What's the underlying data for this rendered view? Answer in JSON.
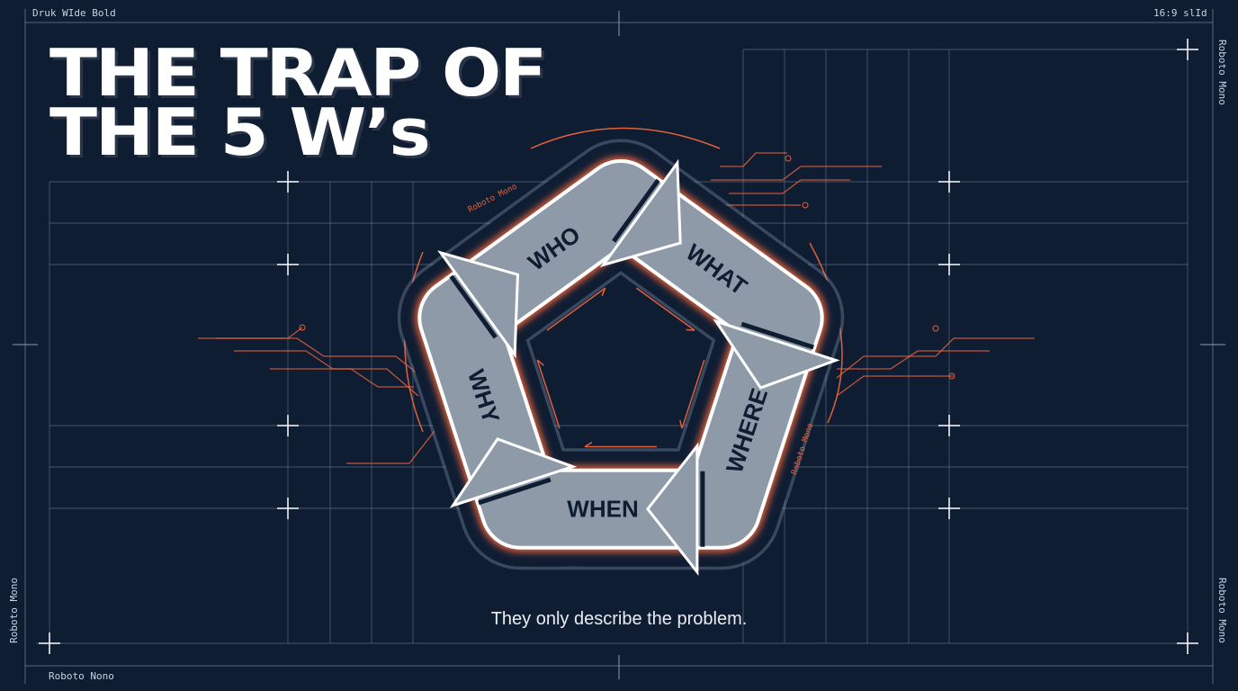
{
  "slide": {
    "title_line1": "THE TRAP OF",
    "title_line2": "THE 5 W’s",
    "subtitle": "They only describe the problem."
  },
  "annotations": {
    "top_left": "Druk WIde Bold",
    "top_right": "16:9 slId",
    "right_top_vertical": "Roboto Mono",
    "right_bottom_vertical": "Roboto Mono",
    "left_bottom_vertical": "Roboto Mono",
    "bottom_left": "Roboto Nono",
    "diagram_label_top": "Roboto Mono",
    "diagram_label_right": "Roboto Mono"
  },
  "cycle": {
    "labels": [
      "WHO",
      "WHAT",
      "WHERE",
      "WHEN",
      "WHY"
    ]
  },
  "colors": {
    "background": "#0f1d33",
    "grid": "#8a9bb0",
    "accent": "#e0603a",
    "arrow_fill": "#8e9aa8",
    "label": "#0f1d33"
  }
}
